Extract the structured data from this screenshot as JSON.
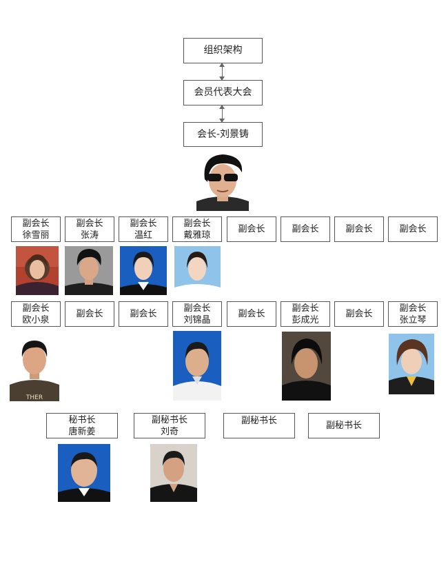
{
  "header": {
    "org_chart": "组织架构",
    "assembly": "会员代表大会",
    "president": "会长-刘景铸"
  },
  "vp_row1": [
    {
      "title": "副会长",
      "name": "徐雪丽"
    },
    {
      "title": "副会长",
      "name": "张涛"
    },
    {
      "title": "副会长",
      "name": "温红"
    },
    {
      "title": "副会长",
      "name": "戴雅琼"
    },
    {
      "title": "副会长",
      "name": ""
    },
    {
      "title": "副会长",
      "name": ""
    },
    {
      "title": "副会长",
      "name": ""
    },
    {
      "title": "副会长",
      "name": ""
    }
  ],
  "vp_row2": [
    {
      "title": "副会长",
      "name": "欧小泉"
    },
    {
      "title": "副会长",
      "name": ""
    },
    {
      "title": "副会长",
      "name": ""
    },
    {
      "title": "副会长",
      "name": "刘锦晶"
    },
    {
      "title": "副会长",
      "name": ""
    },
    {
      "title": "副会长",
      "name": "彭成光"
    },
    {
      "title": "副会长",
      "name": ""
    },
    {
      "title": "副会长",
      "name": "张立琴"
    }
  ],
  "secretaries": [
    {
      "title": "秘书长",
      "name": "唐新姜"
    },
    {
      "title": "副秘书长",
      "name": "刘奇"
    },
    {
      "title": "副秘书长",
      "name": ""
    },
    {
      "title": "副秘书长",
      "name": ""
    }
  ],
  "photo_shirt_text": "THER",
  "colors": {
    "border": "#555555",
    "arrow": "#666666",
    "photo_bg_blue": "#1a5fbf",
    "photo_bg_light_blue": "#8fc3ea",
    "photo_bg_red": "#b2412f",
    "photo_bg_gray": "#9a9a9a"
  }
}
